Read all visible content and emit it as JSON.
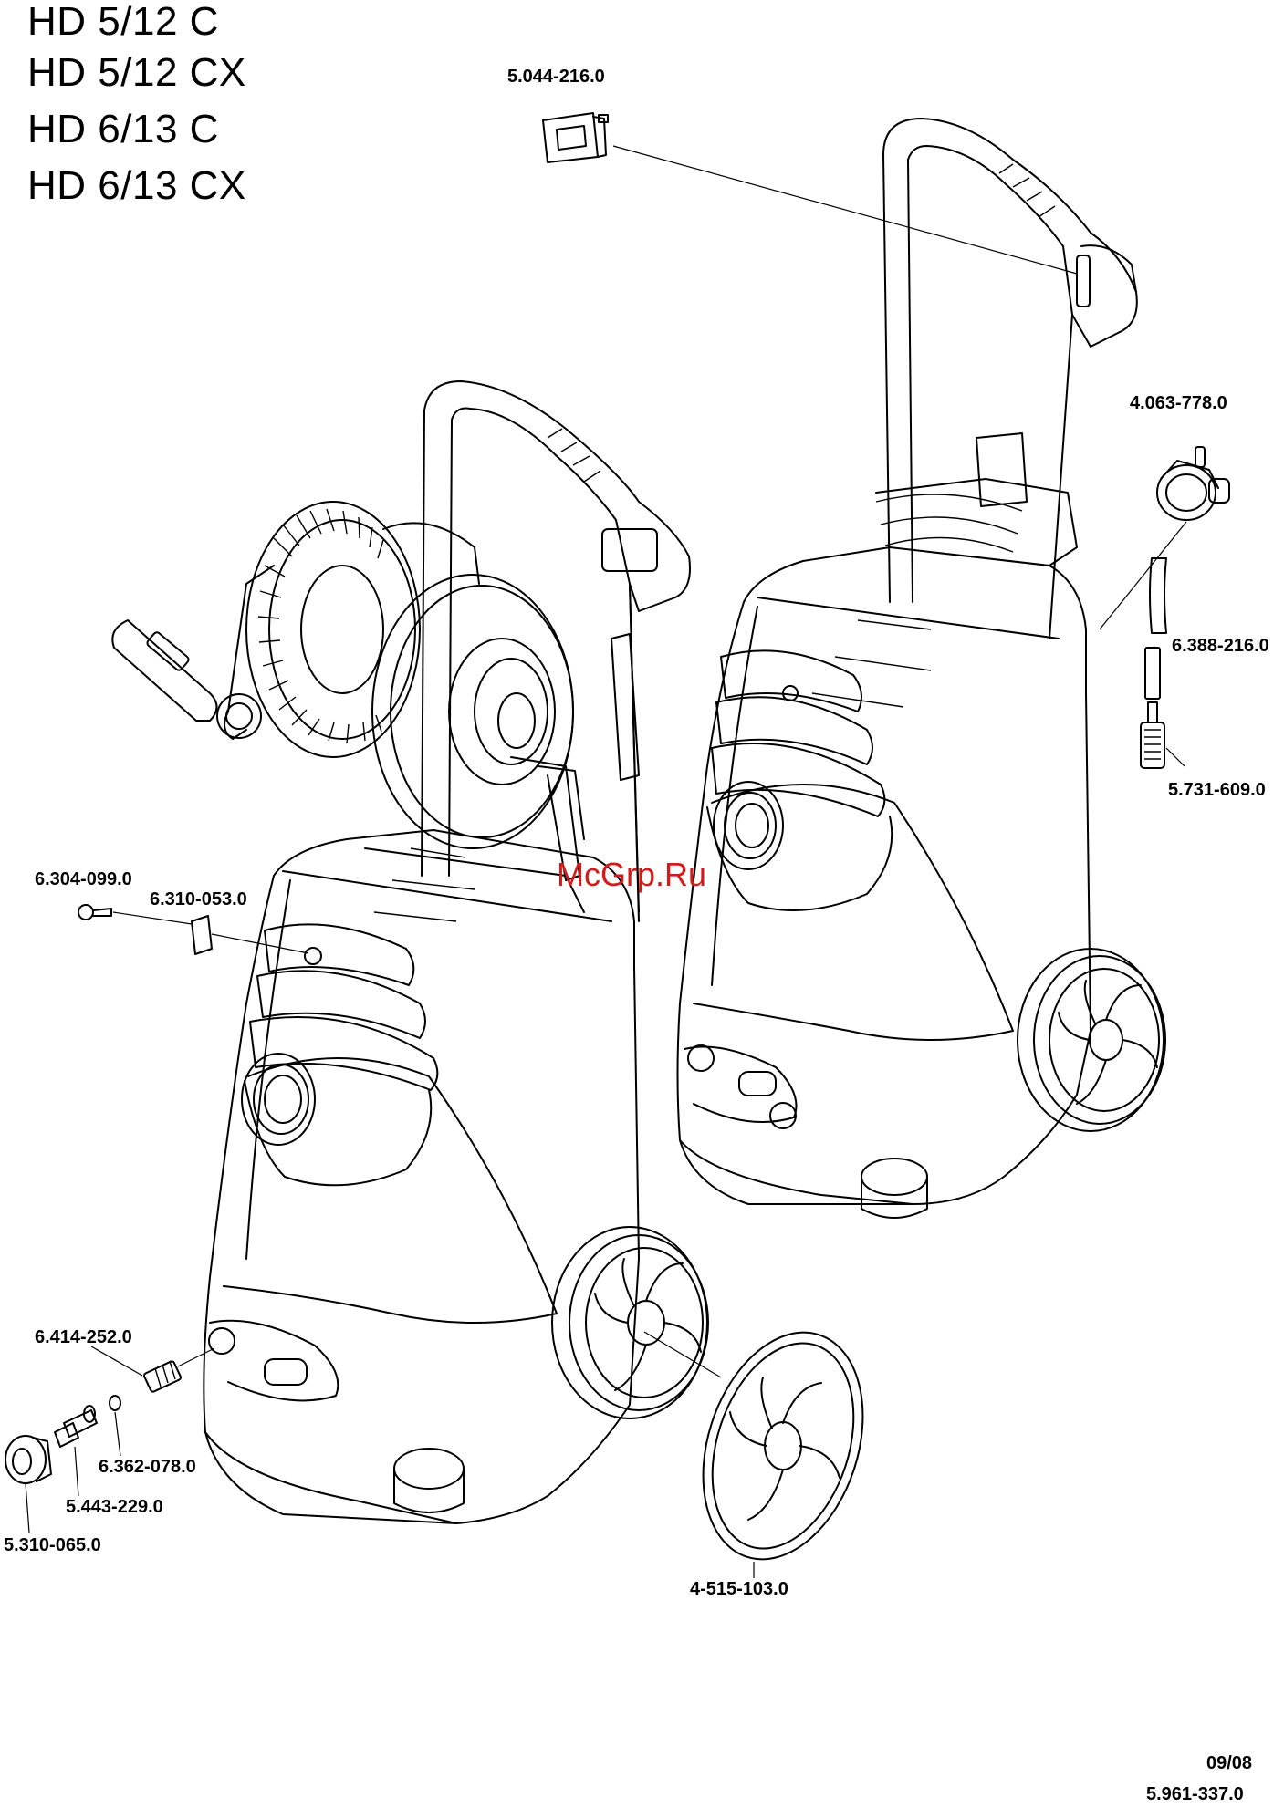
{
  "models": [
    "HD 5/12 C",
    "HD 5/12 CX",
    "HD 6/13 C",
    "HD 6/13 CX"
  ],
  "parts": {
    "clip_top": "5.044-216.0",
    "filter_housing": "4.063-778.0",
    "hose_piece": "6.388-216.0",
    "inlet_filter": "5.731-609.0",
    "screw": "6.304-099.0",
    "clamp": "6.310-053.0",
    "nipple": "6.414-252.0",
    "o_ring": "6.362-078.0",
    "coupling": "5.443-229.0",
    "union_nut": "5.310-065.0",
    "wheel_cap": "4-515-103.0"
  },
  "watermark": "McGrp.Ru",
  "footer": {
    "date": "09/08",
    "doc_number": "5.961-337.0"
  }
}
